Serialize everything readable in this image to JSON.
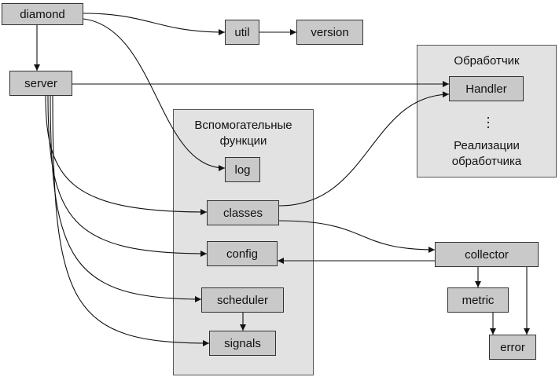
{
  "groups": {
    "helpers": {
      "title": "Вспомогательные\nфункции"
    },
    "handlers": {
      "title": "Обработчик",
      "note": "Реализации\nобработчика"
    }
  },
  "nodes": {
    "diamond": "diamond",
    "util": "util",
    "version": "version",
    "server": "server",
    "handler": "Handler",
    "log": "log",
    "classes": "classes",
    "config": "config",
    "scheduler": "scheduler",
    "signals": "signals",
    "collector": "collector",
    "metric": "metric",
    "error": "error"
  },
  "edges": [
    {
      "from": "diamond",
      "to": "util"
    },
    {
      "from": "util",
      "to": "version"
    },
    {
      "from": "diamond",
      "to": "server"
    },
    {
      "from": "diamond",
      "to": "log"
    },
    {
      "from": "server",
      "to": "handler"
    },
    {
      "from": "server",
      "to": "classes"
    },
    {
      "from": "server",
      "to": "config"
    },
    {
      "from": "server",
      "to": "scheduler"
    },
    {
      "from": "server",
      "to": "signals"
    },
    {
      "from": "classes",
      "to": "handler"
    },
    {
      "from": "classes",
      "to": "collector"
    },
    {
      "from": "collector",
      "to": "config"
    },
    {
      "from": "collector",
      "to": "metric"
    },
    {
      "from": "collector",
      "to": "error"
    },
    {
      "from": "metric",
      "to": "error"
    },
    {
      "from": "scheduler",
      "to": "signals"
    }
  ]
}
